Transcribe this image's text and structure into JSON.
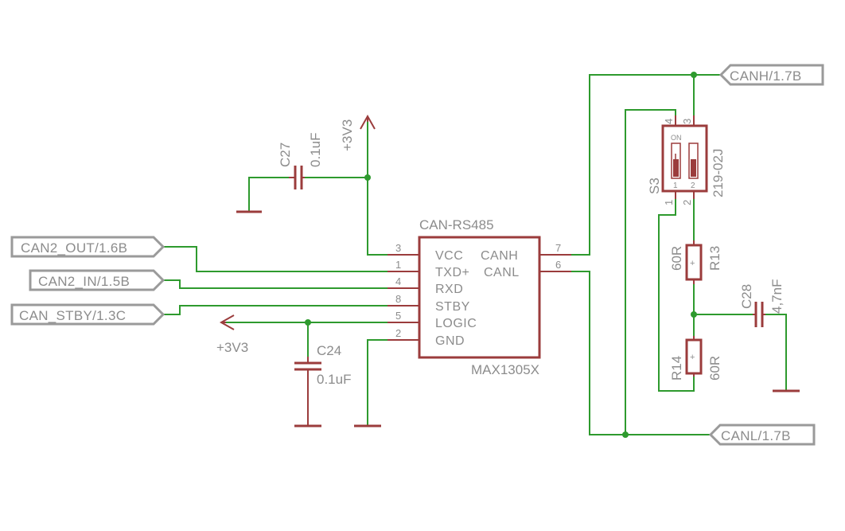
{
  "ports": {
    "can2_out": "CAN2_OUT/1.6B",
    "can2_in": "CAN2_IN/1.5B",
    "can_stby": "CAN_STBY/1.3C",
    "canh": "CANH/1.7B",
    "canl": "CANL/1.7B"
  },
  "ic": {
    "name": "CAN-RS485",
    "value": "MAX1305X",
    "left_pins": [
      {
        "num": "3",
        "name": "VCC"
      },
      {
        "num": "1",
        "name": "TXD+"
      },
      {
        "num": "4",
        "name": "RXD"
      },
      {
        "num": "8",
        "name": "STBY"
      },
      {
        "num": "5",
        "name": "LOGIC"
      },
      {
        "num": "2",
        "name": "GND"
      }
    ],
    "right_pins": [
      {
        "num": "7",
        "name": "CANH"
      },
      {
        "num": "6",
        "name": "CANL"
      }
    ]
  },
  "c27": {
    "name": "C27",
    "value": "0.1uF"
  },
  "c24": {
    "name": "C24",
    "value": "0.1uF"
  },
  "c28": {
    "name": "C28",
    "value": "4,7nF"
  },
  "r13": {
    "name": "R13",
    "value": "60R"
  },
  "r14": {
    "name": "R14",
    "value": "60R"
  },
  "s3": {
    "name": "S3",
    "value": "219-02J",
    "on_text": "ON",
    "sw1": "1",
    "sw2": "2",
    "pin1": "1",
    "pin2": "2",
    "pin3": "3",
    "pin4": "4"
  },
  "supply_top": "+3V3",
  "supply_left": "+3V3",
  "colors": {
    "wire": "#2e9a2e",
    "symbol": "#9b3c3c",
    "label": "#8c8c8c"
  }
}
